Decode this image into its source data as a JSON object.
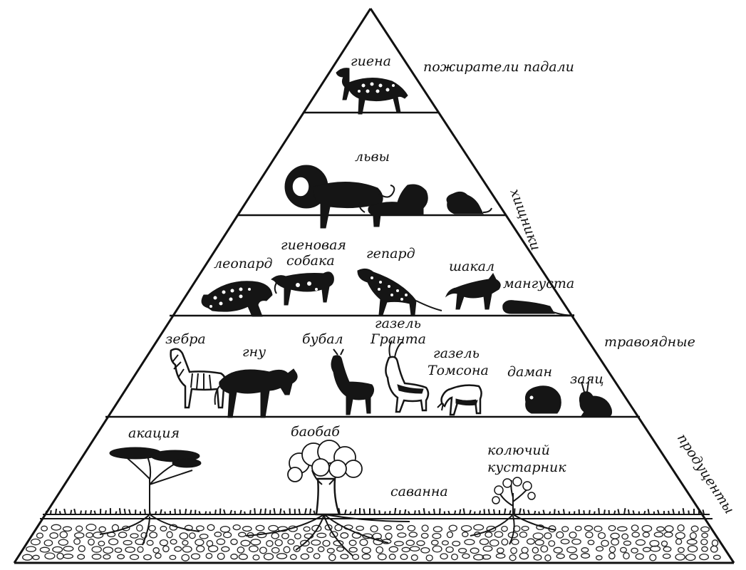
{
  "levels": {
    "scavengers": {
      "side_label": "пожиратели падали",
      "animals": [
        "гиена"
      ]
    },
    "predators": {
      "side_label": "хищники",
      "animals_top": [
        "львы"
      ],
      "animals": [
        "леопард",
        "гиеновая собака",
        "гепард",
        "шакал",
        "мангуста"
      ]
    },
    "herbivores": {
      "side_label": "травоядные",
      "animals": [
        "зебра",
        "гну",
        "бубал",
        "газель Гранта",
        "газель Томсона",
        "даман",
        "заяц"
      ]
    },
    "producers": {
      "side_label": "продуценты",
      "items": [
        "акация",
        "баобаб",
        "колючий кустарник",
        "саванна"
      ]
    }
  },
  "label_lines": {
    "hyena_dog": [
      "гиеновая",
      "собака"
    ],
    "grant": [
      "газель",
      "Гранта"
    ],
    "thomson": [
      "газель",
      "Томсона"
    ],
    "thorn_bush": [
      "колючий",
      "кустарник"
    ]
  }
}
